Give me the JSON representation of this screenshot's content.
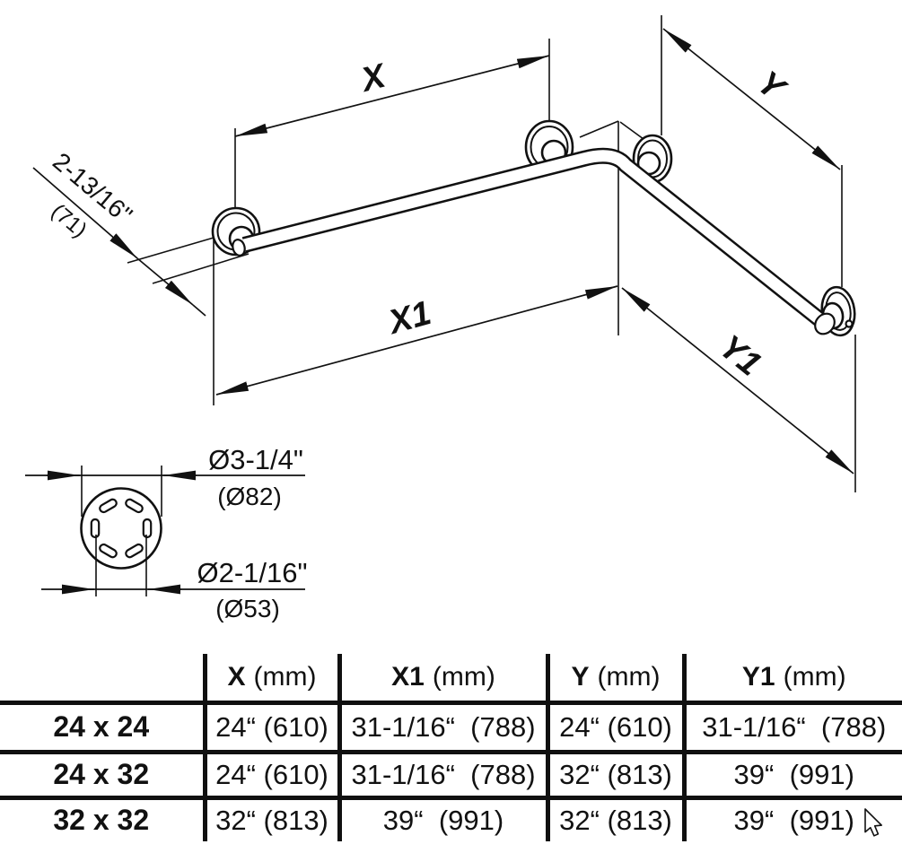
{
  "colors": {
    "line": "#111111",
    "text": "#111111",
    "background": "#ffffff"
  },
  "drawing": {
    "labels": {
      "x": "X",
      "x1": "X1",
      "y": "Y",
      "y1": "Y1"
    },
    "offset": {
      "inches": "2-13/16\"",
      "mm": "(71)"
    },
    "flange_detail": {
      "outer_diameter_in": "Ø3-1/4\"",
      "outer_diameter_mm": "(Ø82)",
      "bolt_circle_in": "Ø2-1/16\"",
      "bolt_circle_mm": "(Ø53)"
    }
  },
  "table": {
    "headers": [
      {
        "name": "X",
        "unit": "(mm)"
      },
      {
        "name": "X1",
        "unit": "(mm)"
      },
      {
        "name": "Y",
        "unit": "(mm)"
      },
      {
        "name": "Y1",
        "unit": "(mm)"
      }
    ],
    "rows": [
      {
        "label": "24 x 24",
        "values": [
          "24“ (610)",
          "31-1/16“  (788)",
          "24“ (610)",
          "31-1/16“  (788)"
        ]
      },
      {
        "label": "24 x 32",
        "values": [
          "24“ (610)",
          "31-1/16“  (788)",
          "32“ (813)",
          "39“  (991)"
        ]
      },
      {
        "label": "32 x 32",
        "values": [
          "32“ (813)",
          "39“  (991)",
          "32“ (813)",
          "39“  (991)"
        ]
      }
    ]
  },
  "cursor": {
    "icon": "arrow-pointer"
  }
}
